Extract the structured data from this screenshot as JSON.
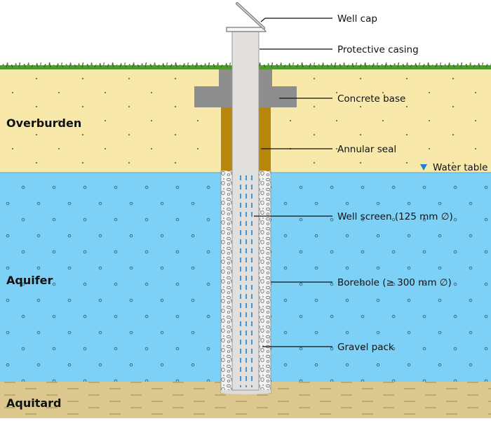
{
  "layers": {
    "overburden": "Overburden",
    "aquifer": "Aquifer",
    "aquitard": "Aquitard"
  },
  "callouts": {
    "well_cap": "Well cap",
    "protective_casing": "Protective casing",
    "concrete_base": "Concrete base",
    "annular_seal": "Annular seal",
    "water_table": "Water table",
    "well_screen": "Well screen (125 mm ∅)",
    "borehole": "Borehole (≥ 300 mm ∅)",
    "gravel_pack": "Gravel pack"
  },
  "colors": {
    "overburden": "#f8e9ab",
    "aquifer": "#7ed1f6",
    "aquitard": "#dcc88f",
    "grass": "#4e9a2d",
    "concrete": "#8d8d8d",
    "annular_seal": "#b8860b",
    "casing": "#e2e0dc",
    "screen_slots": "#2f8fd6",
    "water_table_marker": "#1f7fd0"
  }
}
